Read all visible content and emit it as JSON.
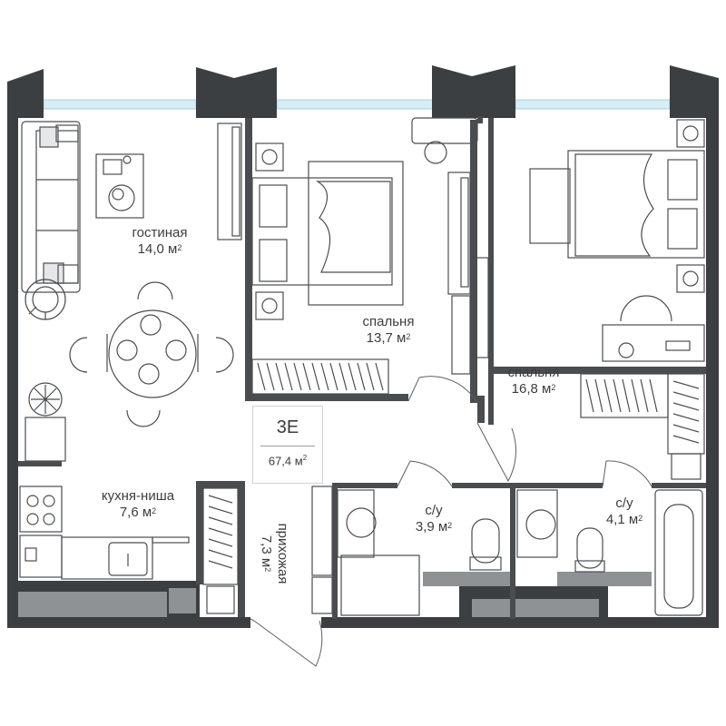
{
  "unit": {
    "code": "3E",
    "total_area": "67,4 м",
    "unit_suffix": "2"
  },
  "rooms": [
    {
      "id": "living",
      "name": "гостиная",
      "area": "14,0 м",
      "sup": "2"
    },
    {
      "id": "bedroom1",
      "name": "спальня",
      "area": "13,7 м",
      "sup": "2"
    },
    {
      "id": "bedroom2",
      "name": "спальня",
      "area": "16,8 м",
      "sup": "2"
    },
    {
      "id": "kitchen",
      "name": "кухня-ниша",
      "area": "7,6 м",
      "sup": "2"
    },
    {
      "id": "hall",
      "name": "прихожая",
      "area": "7,3 м",
      "sup": "2"
    },
    {
      "id": "bath1",
      "name": "с/у",
      "area": "3,9 м",
      "sup": "2"
    },
    {
      "id": "bath2",
      "name": "с/у",
      "area": "4,1 м",
      "sup": "2"
    }
  ],
  "colors": {
    "wall": "#3c3f42",
    "partition": "#5b5f63",
    "window": "#bfe3ee",
    "furniture": "#4a4d50",
    "floor_strip": "#8e9295"
  }
}
